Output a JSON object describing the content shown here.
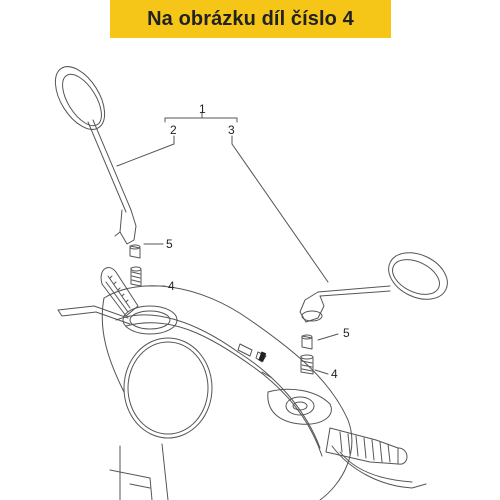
{
  "banner": {
    "text": "Na obrázku díl číslo 4"
  },
  "colors": {
    "banner": "#f5c518",
    "line": "#555555",
    "text": "#222222"
  },
  "callouts": {
    "c1": "1",
    "c2": "2",
    "c3": "3",
    "c4a": "4",
    "c4b": "4",
    "c5a": "5",
    "c5b": "5"
  }
}
